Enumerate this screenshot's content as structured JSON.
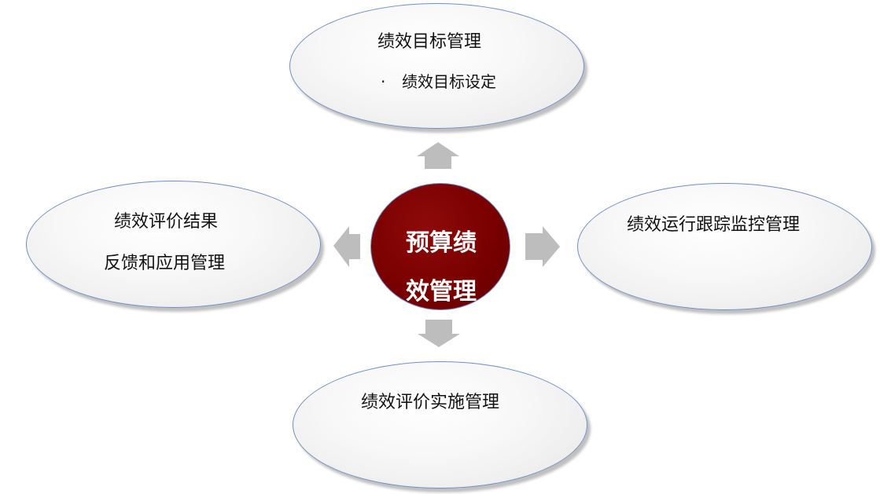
{
  "diagram": {
    "center": {
      "line1": "预算绩",
      "line2": "效管理"
    },
    "top": {
      "title": "绩效目标管理",
      "bullet": "·",
      "item": "绩效目标设定"
    },
    "left": {
      "line1": "绩效评价结果",
      "line2": "反馈和应用管理"
    },
    "right": {
      "title": "绩效运行跟踪监控管理"
    },
    "bottom": {
      "title": "绩效评价实施管理"
    }
  },
  "colors": {
    "center_fill": "#7a0000",
    "oval_border": "#6f8fc4",
    "arrow": "#bdbdbd"
  }
}
